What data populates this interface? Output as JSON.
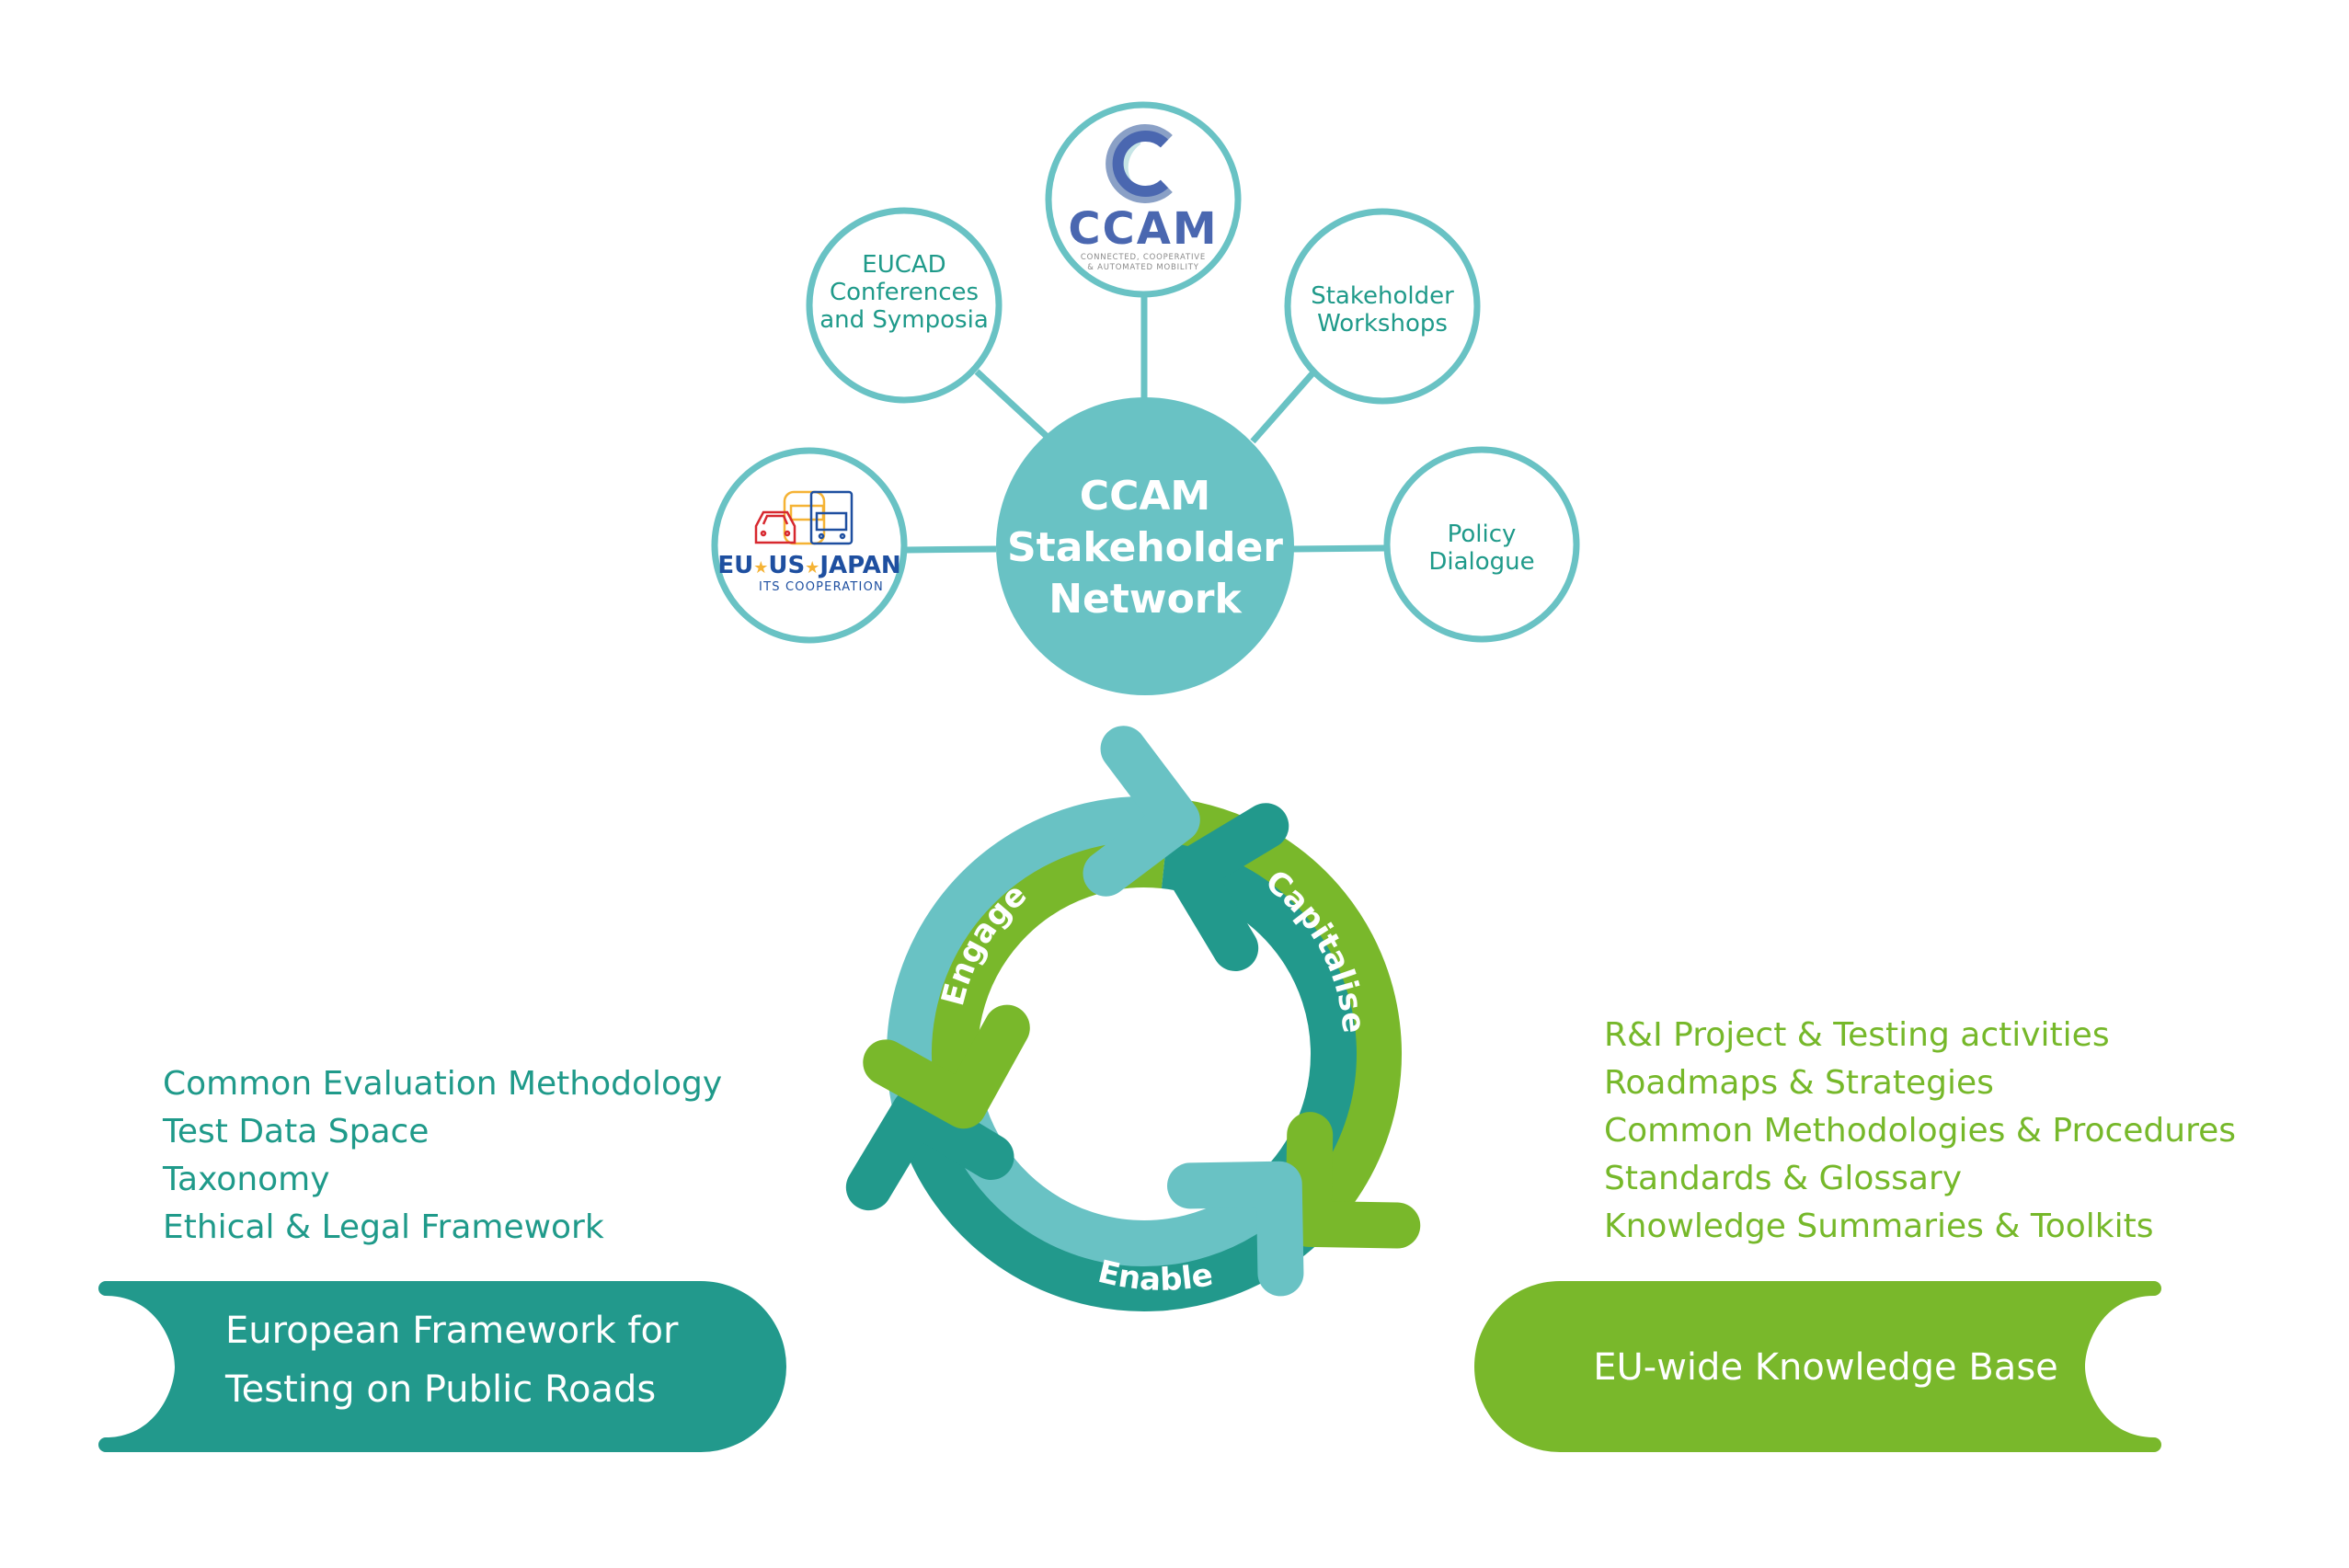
{
  "colors": {
    "light_teal": "#69c2c4",
    "dark_teal": "#22998c",
    "green": "#79b82b",
    "text_teal": "#1f9a8a",
    "text_green": "#76b82a",
    "ccam_blue": "#4a67b0",
    "eu_blue": "#1e4fa0",
    "eu_red": "#d7282f",
    "eu_yellow": "#f5b335"
  },
  "hub": {
    "lines": [
      "CCAM",
      "Stakeholder",
      "Network"
    ]
  },
  "satellites": {
    "ccam_logo": {
      "word": "CCAM",
      "subtitle_1": "CONNECTED, COOPERATIVE",
      "subtitle_2": "& AUTOMATED MOBILITY"
    },
    "eu_us_japan_logo": {
      "word_eu": "EU",
      "word_us": "US",
      "word_japan": "JAPAN",
      "star": "★",
      "subtitle": "ITS COOPERATION"
    },
    "eucad": {
      "lines": [
        "EUCAD",
        "Conferences",
        "and Symposia"
      ]
    },
    "workshops": {
      "lines": [
        "Stakeholder",
        "Workshops"
      ]
    },
    "policy": {
      "lines": [
        "Policy",
        "Dialogue"
      ]
    }
  },
  "cycle": {
    "engage": "Engage",
    "capitalise": "Capitalise",
    "enable": "Enable"
  },
  "left_list": {
    "items": [
      "Common Evaluation Methodology",
      "Test Data Space",
      "Taxonomy",
      "Ethical & Legal Framework"
    ]
  },
  "right_list": {
    "items": [
      "R&I Project & Testing activities",
      "Roadmaps & Strategies",
      "Common Methodologies & Procedures",
      "Standards & Glossary",
      "Knowledge Summaries & Toolkits"
    ]
  },
  "left_banner": {
    "lines": [
      "European Framework for",
      "Testing on Public Roads"
    ]
  },
  "right_banner": {
    "label": "EU-wide Knowledge Base"
  }
}
